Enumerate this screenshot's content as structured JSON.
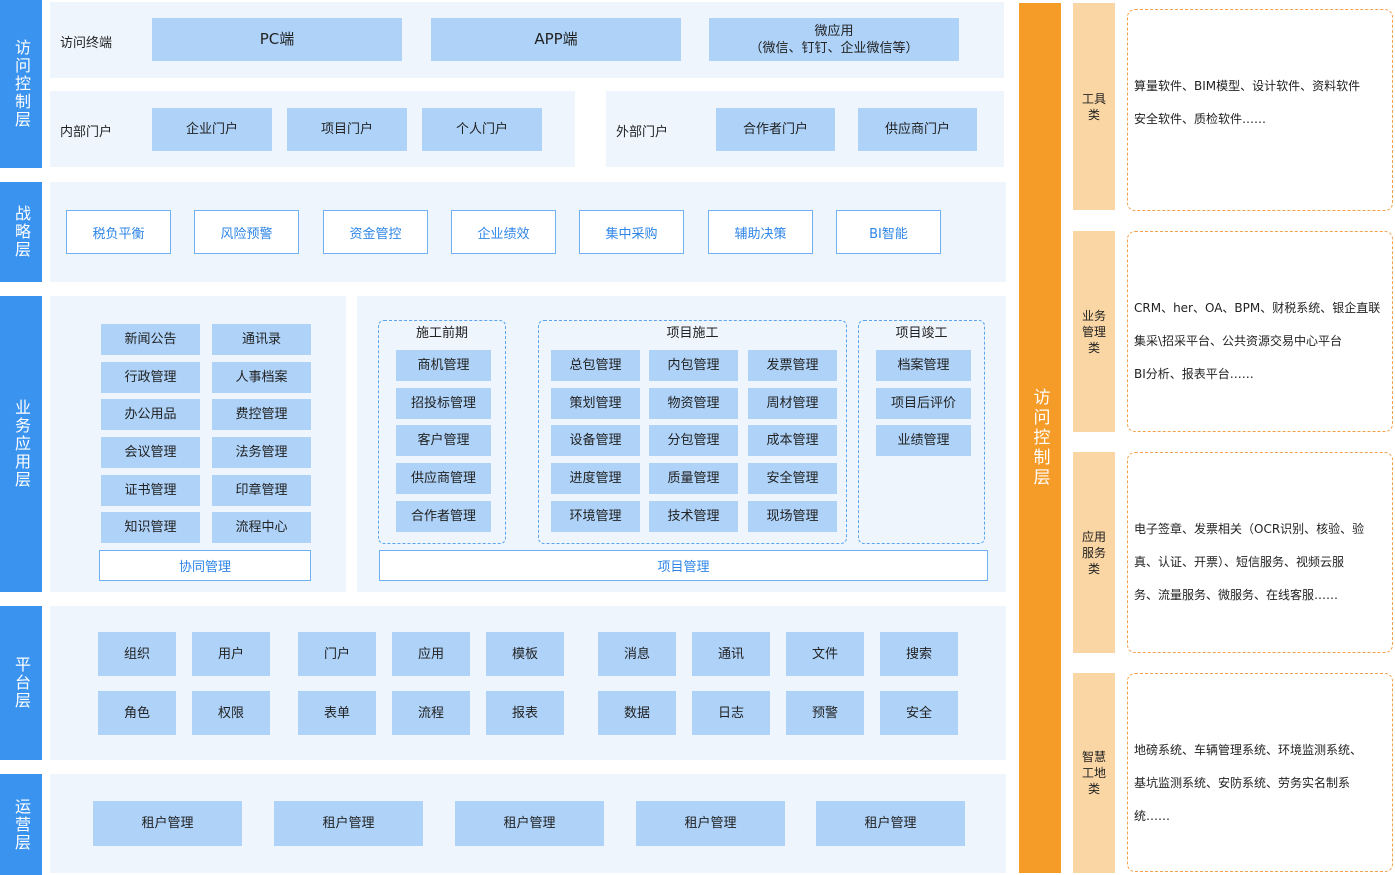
{
  "layers": {
    "access": "访问控制层",
    "strategy": "战略层",
    "business": "业务应用层",
    "platform": "平台层",
    "operation": "运营层"
  },
  "access": {
    "terminal_label": "访问终端",
    "terminals": [
      "PC端",
      "APP端"
    ],
    "micro_app_title": "微应用",
    "micro_app_sub": "（微信、钉钉、企业微信等）",
    "internal_label": "内部门户",
    "internal": [
      "企业门户",
      "项目门户",
      "个人门户"
    ],
    "external_label": "外部门户",
    "external": [
      "合作者门户",
      "供应商门户"
    ]
  },
  "strategy": {
    "items": [
      "税负平衡",
      "风险预警",
      "资金管控",
      "企业绩效",
      "集中采购",
      "辅助决策",
      "BI智能"
    ]
  },
  "collab": {
    "left": [
      "新闻公告",
      "行政管理",
      "办公用品",
      "会议管理",
      "证书管理",
      "知识管理"
    ],
    "right": [
      "通讯录",
      "人事档案",
      "费控管理",
      "法务管理",
      "印章管理",
      "流程中心"
    ],
    "footer": "协同管理"
  },
  "project": {
    "pre_title": "施工前期",
    "pre": [
      "商机管理",
      "招投标管理",
      "客户管理",
      "供应商管理",
      "合作者管理"
    ],
    "mid_title": "项目施工",
    "mid": [
      [
        "总包管理",
        "内包管理",
        "发票管理"
      ],
      [
        "策划管理",
        "物资管理",
        "周材管理"
      ],
      [
        "设备管理",
        "分包管理",
        "成本管理"
      ],
      [
        "进度管理",
        "质量管理",
        "安全管理"
      ],
      [
        "环境管理",
        "技术管理",
        "现场管理"
      ]
    ],
    "end_title": "项目竣工",
    "end": [
      "档案管理",
      "项目后评价",
      "业绩管理"
    ],
    "footer": "项目管理"
  },
  "platform": {
    "row1": [
      "组织",
      "用户",
      "门户",
      "应用",
      "模板",
      "消息",
      "通讯",
      "文件",
      "搜索"
    ],
    "row2": [
      "角色",
      "权限",
      "表单",
      "流程",
      "报表",
      "数据",
      "日志",
      "预警",
      "安全"
    ]
  },
  "operation": {
    "items": [
      "租户管理",
      "租户管理",
      "租户管理",
      "租户管理",
      "租户管理"
    ]
  },
  "right_bar": "访问控制层",
  "categories": [
    {
      "label": "工具类",
      "lines": [
        "算量软件、BIM模型、设计软件、资料软件",
        "安全软件、质检软件……"
      ]
    },
    {
      "label": "业务管理类",
      "lines": [
        "CRM、her、OA、BPM、财税系统、银企直联",
        "集采\\招采平台、公共资源交易中心平台",
        "BI分析、报表平台……"
      ]
    },
    {
      "label": "应用服务类",
      "lines": [
        "电子签章、发票相关（OCR识别、核验、验",
        "真、认证、开票）、短信服务、视频云服",
        "务、流量服务、微服务、在线客服……"
      ]
    },
    {
      "label": "智慧工地类",
      "lines": [
        "地磅系统、车辆管理系统、环境监测系统、",
        "基坑监测系统、安防系统、劳务实名制系",
        "统……"
      ]
    }
  ],
  "colors": {
    "layer_blue": "#3b93f0",
    "panel_bg": "#eef5fd",
    "box_blue": "#aed2f8",
    "orange": "#f59b28",
    "cat_orange": "#fad6a4"
  }
}
